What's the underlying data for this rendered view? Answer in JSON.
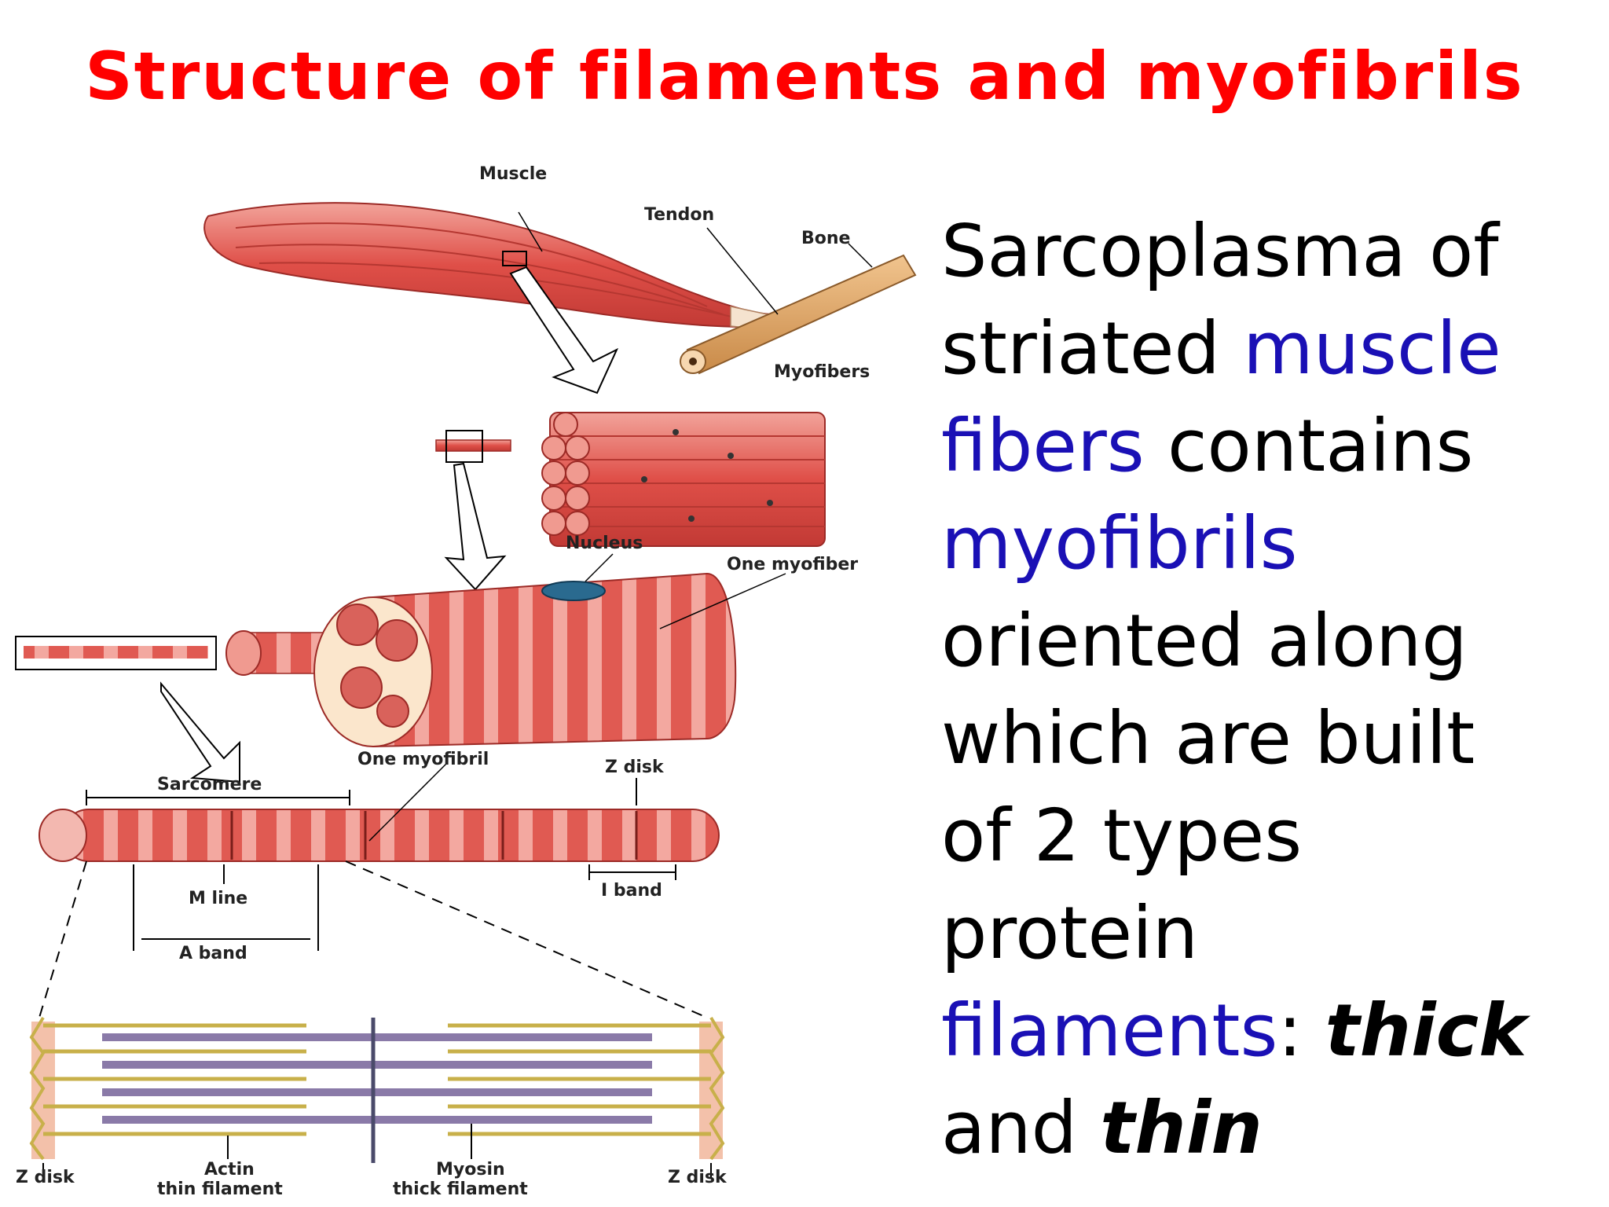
{
  "title": "Structure of filaments and myofibrils",
  "diagram": {
    "labels": {
      "muscle": "Muscle",
      "tendon": "Tendon",
      "bone": "Bone",
      "myofibers": "Myofibers",
      "nucleus": "Nucleus",
      "one_myofiber": "One myofiber",
      "one_myofibril": "One myofibril",
      "sarcomere": "Sarcomere",
      "z_disk_top": "Z disk",
      "m_line": "M line",
      "i_band": "I band",
      "a_band": "A band",
      "z_disk_left": "Z disk",
      "actin": "Actin",
      "thin_filament": "thin filament",
      "myosin": "Myosin",
      "thick_filament": "thick filament",
      "z_disk_right": "Z disk"
    }
  },
  "text": {
    "line1": "Sarcoplasma of",
    "line2_a": "striated ",
    "line2_b": "muscle",
    "line3_a": "fibers",
    "line3_b": " contains",
    "line4": "myofibrils",
    "line5": "oriented along",
    "line6": "which are built",
    "line7": "of 2 types",
    "line8": "protein",
    "line9_a": "filaments",
    "line9_b": ": ",
    "line9_c": "thick",
    "line10_a": "and ",
    "line10_b": "thin"
  },
  "colors": {
    "title": "#ff0000",
    "highlight": "#1a10b5",
    "muscle_red": "#e0554f",
    "bone": "#d9a060"
  }
}
